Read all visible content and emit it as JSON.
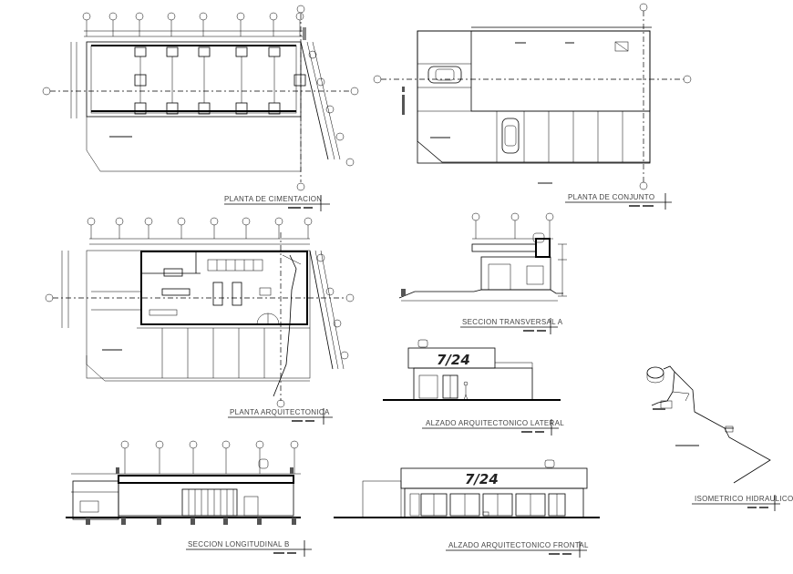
{
  "drawings": {
    "planta_cimentacion": {
      "title": "PLANTA DE CIMENTACION"
    },
    "planta_conjunto": {
      "title": "PLANTA DE CONJUNTO"
    },
    "planta_arquitectonica": {
      "title": "PLANTA ARQUITECTONICA"
    },
    "seccion_transversal": {
      "title": "SECCION TRANSVERSAL A"
    },
    "alzado_lateral": {
      "title": "ALZADO ARQUITECTONICO LATERAL",
      "sign": "7/24"
    },
    "isometrico": {
      "title": "ISOMETRICO HIDRAULICO"
    },
    "seccion_longitudinal": {
      "title": "SECCION LONGITUDINAL B"
    },
    "alzado_frontal": {
      "title": "ALZADO ARQUITECTONICO FRONTAL",
      "sign": "7/24"
    }
  },
  "colors": {
    "line": "#000000",
    "label": "#444444",
    "background": "#ffffff"
  }
}
